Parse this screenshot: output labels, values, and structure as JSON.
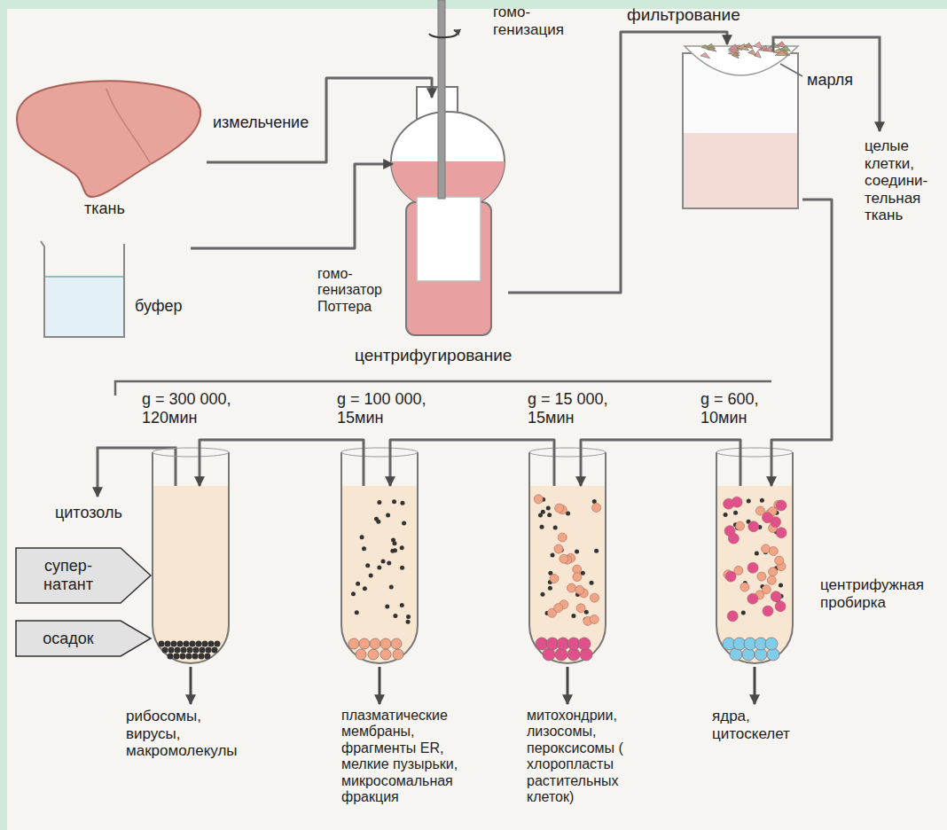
{
  "diagram": {
    "nodes": [
      {
        "text": [
          "ткань"
        ]
      },
      {
        "text": [
          "гомо- генизатор Поттера"
        ]
      },
      {
        "text": [
          "фильтрование"
        ]
      },
      {
        "text": [
          "буфер"
        ]
      },
      {
        "text": [
          "супер- натант"
        ]
      },
      {
        "text": [
          "осадок"
        ]
      },
      {
        "text": [
          "g = 300 000, 120мин",
          "рибосомы, вирусы, макромолекулы"
        ]
      },
      {
        "text": [
          "g = 100 000, 15мин",
          "плазматические мембраны, фрагменты ER, мелкие пузырьки, микросомальная фракция"
        ]
      },
      {
        "text": [
          "g = 15 000, 15мин",
          "митохондрии, лизосомы, пероксисомы ( хлоропласты растительных клеток)"
        ]
      },
      {
        "text": [
          "g = 600, 10мин",
          "ядра, цитоскелет",
          "центрифужная пробирка"
        ]
      }
    ],
    "edges": [
      {
        "from": 0,
        "to": 1,
        "label": "измельчение",
        "arrow": "to"
      },
      {
        "from": 3,
        "to": 1,
        "arrow": "to"
      },
      {
        "from": 1,
        "to": 2,
        "arrow": "to"
      },
      {
        "from": 2,
        "to": 9,
        "arrow": "to"
      },
      {
        "from": 9,
        "to": 8,
        "arrow": "to"
      },
      {
        "from": 8,
        "to": 7,
        "arrow": "to"
      },
      {
        "from": 7,
        "to": 6,
        "arrow": "to"
      }
    ],
    "labels": [
      "гомо- генизация",
      "марля",
      "целые клетки, соедини- тельная ткань",
      "центрифугирование",
      "цитозоль"
    ]
  }
}
